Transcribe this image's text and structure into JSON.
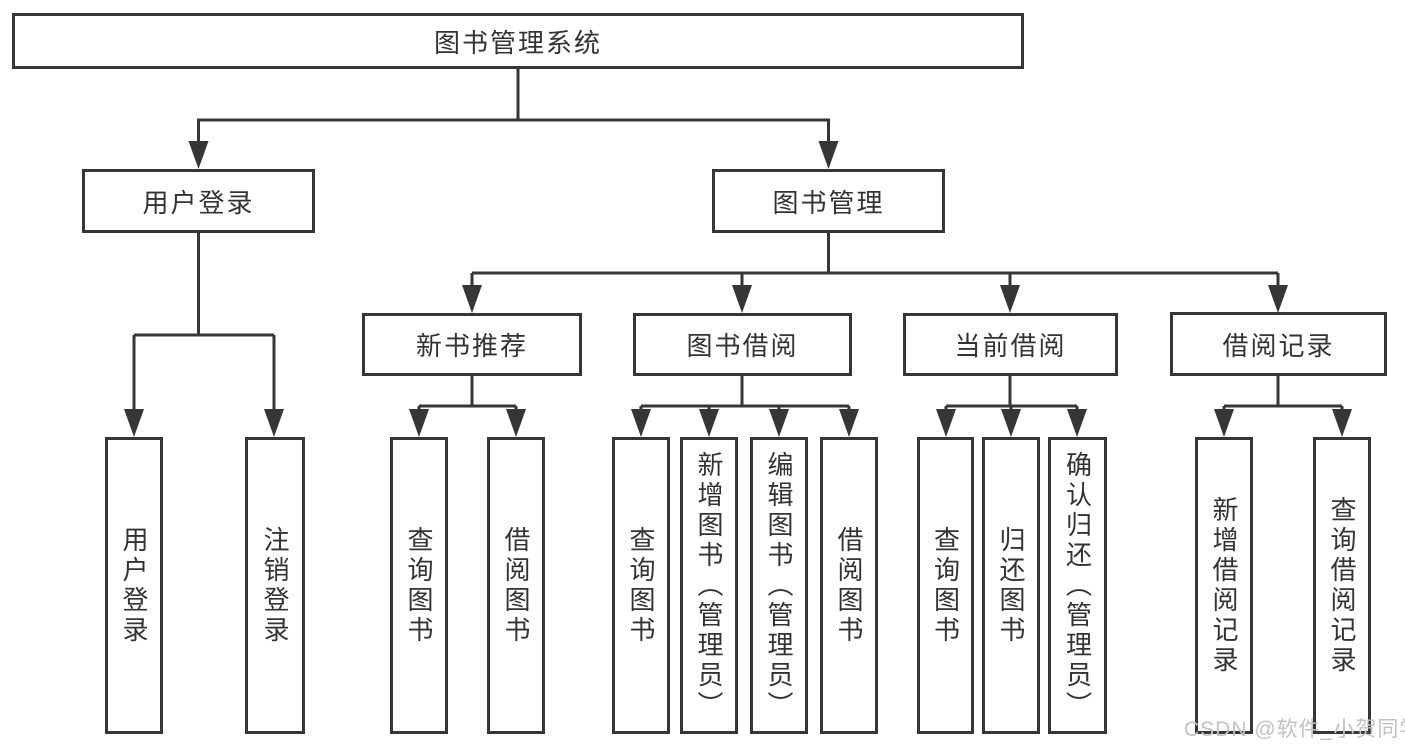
{
  "tree": {
    "label": "图书管理系统",
    "children": [
      {
        "label": "用户登录",
        "children": [
          {
            "label": "用户登录"
          },
          {
            "label": "注销登录"
          }
        ]
      },
      {
        "label": "图书管理",
        "children": [
          {
            "label": "新书推荐",
            "children": [
              {
                "label": "查询图书"
              },
              {
                "label": "借阅图书"
              }
            ]
          },
          {
            "label": "图书借阅",
            "children": [
              {
                "label": "查询图书"
              },
              {
                "label": "新增图书（管理员）"
              },
              {
                "label": "编辑图书（管理员）"
              },
              {
                "label": "借阅图书"
              }
            ]
          },
          {
            "label": "当前借阅",
            "children": [
              {
                "label": "查询图书"
              },
              {
                "label": "归还图书"
              },
              {
                "label": "确认归还（管理员）"
              }
            ]
          },
          {
            "label": "借阅记录",
            "children": [
              {
                "label": "新增借阅记录"
              },
              {
                "label": "查询借阅记录"
              }
            ]
          }
        ]
      }
    ]
  },
  "watermark": {
    "text": "CSDN @软件_小贺同学"
  },
  "colors": {
    "line": "#363636",
    "text": "#333333",
    "watermark": "#c2c2c2",
    "background": "#ffffff"
  }
}
